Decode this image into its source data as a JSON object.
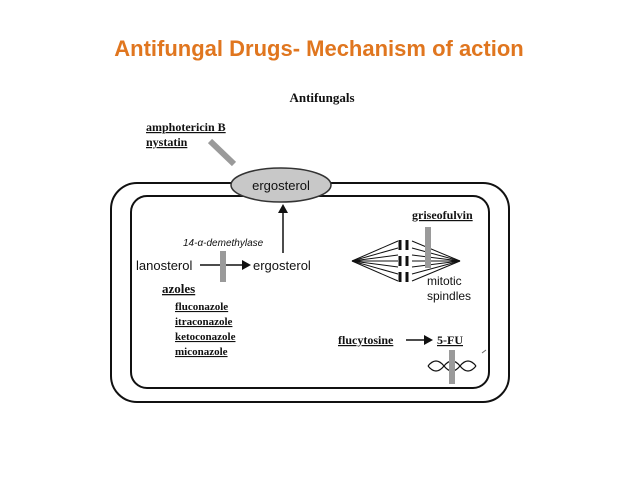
{
  "slide": {
    "title": "Antifungal Drugs- Mechanism of action",
    "title_color": "#e0761f"
  },
  "diagram": {
    "heading": "Antifungals",
    "membrane_drugs": [
      "amphotericin B",
      "nystatin"
    ],
    "membrane_target": "ergosterol",
    "enzyme": "14-α-demethylase",
    "substrate": "lanosterol",
    "product": "ergosterol",
    "azoles": {
      "label": "azoles",
      "items": [
        "fluconazole",
        "itraconazole",
        "ketoconazole",
        "miconazole"
      ]
    },
    "griseofulvin": {
      "label": "griseofulvin",
      "target_line1": "mitotic",
      "target_line2": "spindles"
    },
    "flucytosine": {
      "label": "flucytosine",
      "product": "5-FU"
    }
  }
}
